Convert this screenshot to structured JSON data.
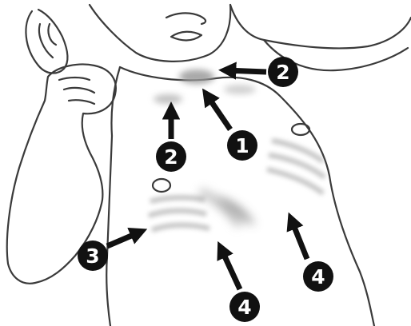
{
  "illustration": {
    "subject": "infant-chest-retractions",
    "colors": {
      "outline": "#3a3a3a",
      "shade": "#9a9a9a",
      "background": "#ffffff",
      "marker_fill": "#111111",
      "marker_text": "#ffffff"
    },
    "markers": [
      {
        "label": "1",
        "icon": "arrow-up-left"
      },
      {
        "label": "2",
        "icon": "arrow-left"
      },
      {
        "label": "2",
        "icon": "arrow-up"
      },
      {
        "label": "3",
        "icon": "arrow-up-right"
      },
      {
        "label": "4",
        "icon": "arrow-up-left"
      },
      {
        "label": "4",
        "icon": "arrow-up-left"
      }
    ]
  }
}
